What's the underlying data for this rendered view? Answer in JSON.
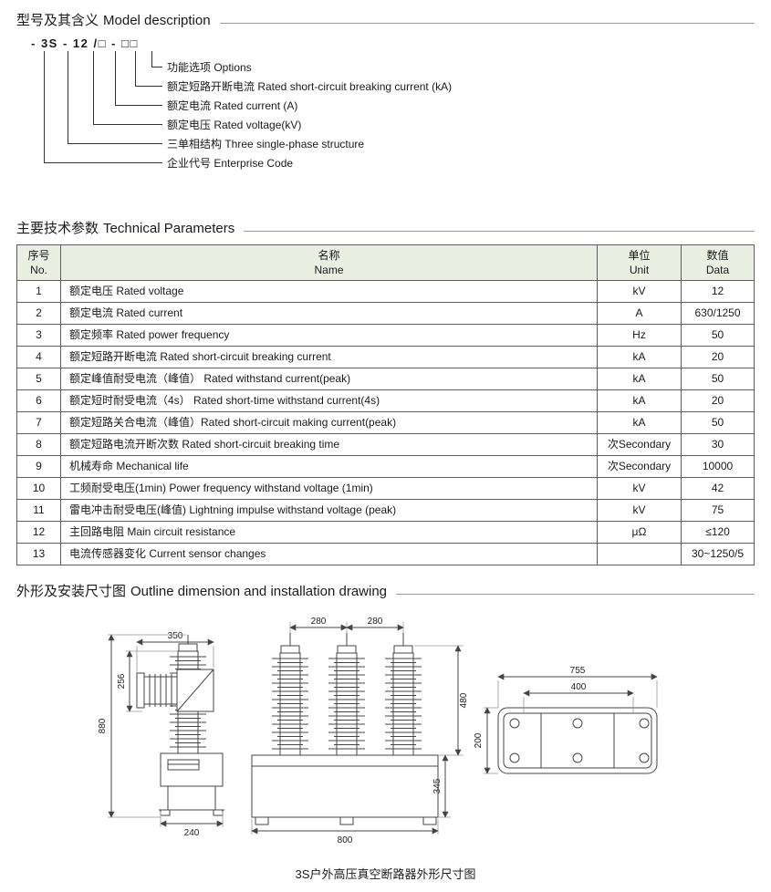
{
  "sections": {
    "model": {
      "zh": "型号及其含义",
      "en": "Model description"
    },
    "params": {
      "zh": "主要技术参数",
      "en": "Technical Parameters"
    },
    "outline": {
      "zh": "外形及安装尺寸图",
      "en": "Outline dimension and installation drawing"
    }
  },
  "model": {
    "code": "- 3S - 12 /□ - □□",
    "labels": [
      "功能选项 Options",
      "额定短路开断电流 Rated short-circuit breaking current (kA)",
      "额定电流 Rated current (A)",
      "额定电压 Rated voltage(kV)",
      "三单相结构 Three single-phase structure",
      "企业代号 Enterprise Code"
    ]
  },
  "table": {
    "headers": {
      "no_zh": "序号",
      "no_en": "No.",
      "name_zh": "名称",
      "name_en": "Name",
      "unit_zh": "单位",
      "unit_en": "Unit",
      "data_zh": "数值",
      "data_en": "Data"
    },
    "rows": [
      {
        "no": "1",
        "name": "额定电压 Rated voltage",
        "unit": "kV",
        "data": "12"
      },
      {
        "no": "2",
        "name": "额定电流 Rated current",
        "unit": "A",
        "data": "630/1250"
      },
      {
        "no": "3",
        "name": "额定频率 Rated power frequency",
        "unit": "Hz",
        "data": "50"
      },
      {
        "no": "4",
        "name": "额定短路开断电流 Rated short-circuit breaking current",
        "unit": "kA",
        "data": "20"
      },
      {
        "no": "5",
        "name": "额定峰值耐受电流（峰值） Rated withstand current(peak)",
        "unit": "kA",
        "data": "50"
      },
      {
        "no": "6",
        "name": "额定短时耐受电流（4s） Rated short-time withstand current(4s)",
        "unit": "kA",
        "data": "20"
      },
      {
        "no": "7",
        "name": "额定短路关合电流（峰值）Rated short-circuit making current(peak)",
        "unit": "kA",
        "data": "50"
      },
      {
        "no": "8",
        "name": "额定短路电流开断次数 Rated short-circuit breaking time",
        "unit": "次Secondary",
        "data": "30"
      },
      {
        "no": "9",
        "name": "机械寿命 Mechanical life",
        "unit": "次Secondary",
        "data": "10000"
      },
      {
        "no": "10",
        "name": "工频耐受电压(1min) Power frequency withstand voltage (1min)",
        "unit": "kV",
        "data": "42"
      },
      {
        "no": "11",
        "name": "雷电冲击耐受电压(峰值) Lightning impulse withstand voltage (peak)",
        "unit": "kV",
        "data": "75"
      },
      {
        "no": "12",
        "name": "主回路电阻 Main circuit resistance",
        "unit": "μΩ",
        "data": "≤120"
      },
      {
        "no": "13",
        "name": "电流传感器变化 Current sensor changes",
        "unit": "",
        "data": "30~1250/5"
      }
    ]
  },
  "drawings": {
    "caption": "3S户外高压真空断路器外形尺寸图",
    "dims": {
      "left_width": "350",
      "left_bushing": "256",
      "left_height": "880",
      "left_base": "240",
      "mid_pitch1": "280",
      "mid_pitch2": "280",
      "mid_pole": "480",
      "mid_box": "345",
      "mid_base": "800",
      "top_width": "755",
      "top_inner": "400",
      "top_depth": "200"
    }
  }
}
